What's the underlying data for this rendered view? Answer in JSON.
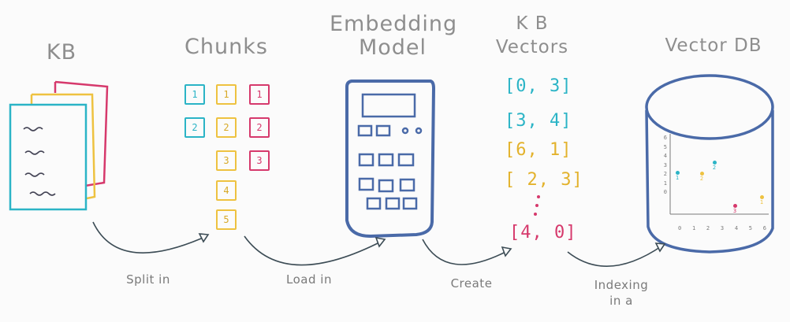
{
  "stages": {
    "kb": "KB",
    "chunks": "Chunks",
    "embedding_model": [
      "Embedding",
      "Model"
    ],
    "kb_vectors": [
      "K B",
      "Vectors"
    ],
    "vector_db": "Vector DB"
  },
  "chunk_columns": [
    {
      "color": "cyan",
      "items": [
        "1",
        "2"
      ]
    },
    {
      "color": "yellow",
      "items": [
        "1",
        "2",
        "3",
        "4",
        "5"
      ]
    },
    {
      "color": "red",
      "items": [
        "1",
        "2",
        "3"
      ]
    }
  ],
  "vectors": [
    {
      "text": "[0, 3]",
      "color": "#2bb4c6"
    },
    {
      "text": "[3, 4]",
      "color": "#2bb4c6"
    },
    {
      "text": "[6, 1]",
      "color": "#eec240"
    },
    {
      "text": "[ 2, 3]",
      "color": "#eec240"
    },
    {
      "text": "[4, 0]",
      "color": "#d6396c"
    }
  ],
  "db_axis": {
    "y_ticks": [
      "6",
      "5",
      "4",
      "3",
      "2",
      "1",
      "0"
    ],
    "x_ticks": [
      "0",
      "1",
      "2",
      "3",
      "4",
      "5",
      "6"
    ],
    "points": [
      {
        "label": "1",
        "color": "#2bb4c6"
      },
      {
        "label": "2",
        "color": "#eec240"
      },
      {
        "label": "2",
        "color": "#2bb4c6"
      },
      {
        "label": "3",
        "color": "#d6396c"
      },
      {
        "label": "1",
        "color": "#eec240"
      }
    ]
  },
  "arrows": {
    "split": "Split in",
    "load": "Load in",
    "create": "Create",
    "indexing": [
      "Indexing",
      "in a"
    ]
  },
  "colors": {
    "cyan": "#2bb4c6",
    "yellow": "#eec240",
    "red": "#d6396c",
    "navy": "#4a6aa8",
    "arrow": "#3c4c55"
  }
}
